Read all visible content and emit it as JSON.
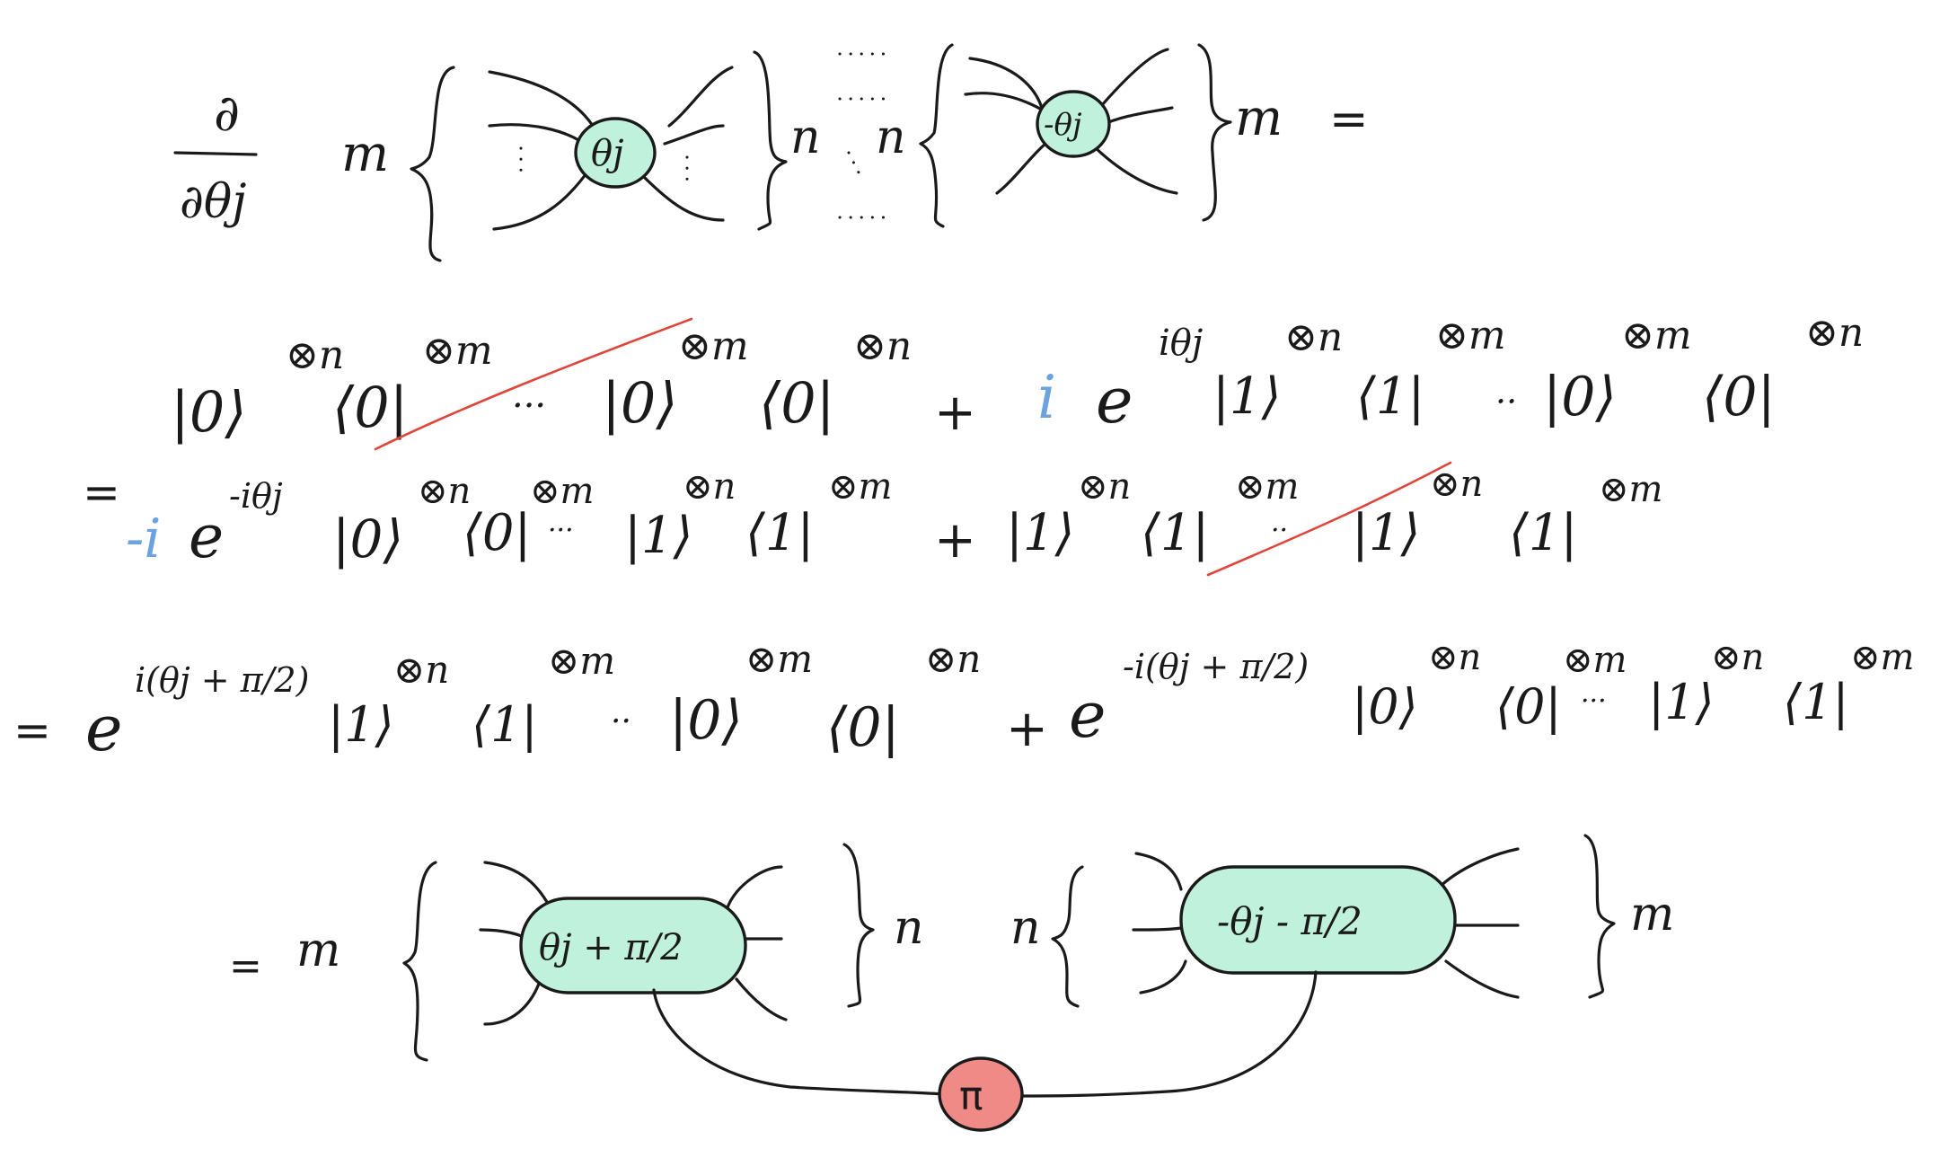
{
  "line1": {
    "deriv_num": "∂",
    "deriv_den": "∂θj",
    "m_left": "m",
    "n_mid_left": "n",
    "n_mid_right": "n",
    "m_right": "m",
    "equals": "=",
    "spider1_label": "θj",
    "spider2_label": "-θj"
  },
  "line2": {
    "ket0": "|0⟩",
    "sup_n1": "⊗n",
    "bra0": "⟨0|",
    "sup_m1": "⊗m",
    "ellipsis": "···",
    "ket0b": "|0⟩",
    "sup_m2": "⊗m",
    "bra0b": "⟨0|",
    "sup_n2": "⊗n",
    "plus": "+",
    "i": "i",
    "e": "e",
    "exp": "iθj",
    "ket1": "|1⟩",
    "sup_n3": "⊗n",
    "bra1": "⟨1|",
    "sup_m3": "⊗m",
    "dots2": "··",
    "ket0c": "|0⟩",
    "sup_m4": "⊗m",
    "bra0c": "⟨0|",
    "sup_n4": "⊗n"
  },
  "line3": {
    "equals": "=",
    "minus_i": "-i",
    "e": "e",
    "exp": "-iθj",
    "ket0": "|0⟩",
    "sup_n1": "⊗n",
    "bra0": "⟨0|",
    "sup_m1": "⊗m",
    "dots": "···",
    "ket1": "|1⟩",
    "sup_n2": "⊗n",
    "bra1": "⟨1|",
    "sup_m2": "⊗m",
    "plus": "+",
    "ket1b": "|1⟩",
    "sup_n3": "⊗n",
    "bra1b": "⟨1|",
    "sup_m3": "⊗m",
    "dots2": "··",
    "ket1c": "|1⟩",
    "sup_n4": "⊗n",
    "bra1c": "⟨1|",
    "sup_m4": "⊗m"
  },
  "line4": {
    "equals": "=",
    "e": "e",
    "exp1": "i(θj + π/2)",
    "ket1": "|1⟩",
    "sup_n1": "⊗n",
    "bra1": "⟨1|",
    "sup_m1": "⊗m",
    "dots": "··",
    "ket0": "|0⟩",
    "sup_m2": "⊗m",
    "bra0": "⟨0|",
    "sup_n2": "⊗n",
    "plus": "+",
    "e2": "e",
    "exp2": "-i(θj + π/2)",
    "ket0b": "|0⟩",
    "sup_n3": "⊗n",
    "bra0b": "⟨0|",
    "sup_m3": "⊗m",
    "dots2": "···",
    "ket1b": "|1⟩",
    "sup_n4": "⊗n",
    "bra1b": "⟨1|",
    "sup_m4": "⊗m"
  },
  "line5": {
    "equals": "=",
    "m_left": "m",
    "n_mid_left": "n",
    "n_mid_right": "n",
    "m_right": "m",
    "spider1_label": "θj + π/2",
    "spider2_label": "-θj - π/2",
    "pi_label": "π"
  },
  "colors": {
    "green_spider": "#bff1dc",
    "red_spider": "#f08a86",
    "strike": "#e0453a",
    "blue_i": "#6aa3e0"
  }
}
